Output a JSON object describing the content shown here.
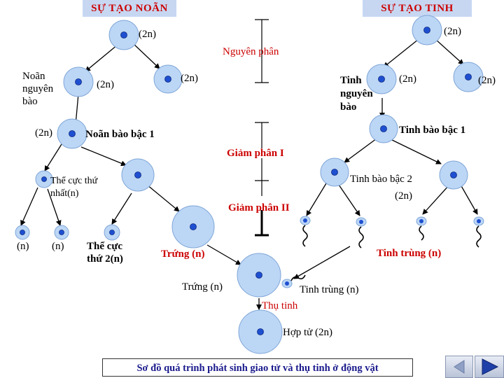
{
  "header": {
    "left_title": "SỰ TẠO NOÃN",
    "right_title": "SỰ TẠO TINH"
  },
  "labels": {
    "top_left_2n": "(2n)",
    "top_right_2n": "(2n)",
    "nguyen_phan": "Nguyên phân",
    "noan_nguyen_bao": "Noãn\nnguyên\nbào",
    "noan_mid_2n": "(2n)",
    "noan_right_2n": "(2n)",
    "noan_bac1_2n": "(2n)",
    "noan_bao_bac_1": "Noãn bào bậc 1",
    "tinh_nguyen_bao": "Tinh\nnguyên\nbào",
    "tinh_mid_2n": "(2n)",
    "tinh_right_2n": "(2n)",
    "tinh_bao_bac_1": "Tinh bào bậc 1",
    "giam_phan_1": "Giảm phân I",
    "the_cuc_thu_nhat": "Thể cực thứ\nnhất(n)",
    "tinh_bao_bac_2": "Tinh bào bậc 2\n(2n)",
    "giam_phan_2": "Giảm phân II",
    "n_a": "(n)",
    "n_b": "(n)",
    "the_cuc_thu_2": "Thể cực\nthứ 2(n)",
    "trung_1": "Trứng (n)",
    "tinh_trung_1": "Tinh trùng (n)",
    "trung_2": "Trứng (n)",
    "tinh_trung_2": "Tinh trùng (n)",
    "thu_tinh": "Thụ tinh",
    "hop_tu": "Hợp tử (2n)"
  },
  "caption": "Sơ đồ quá trình phát sinh giao tử và thụ tinh ở động vật",
  "icons": [
    "back-icon",
    "play-icon"
  ],
  "colors": {
    "header_bg": "#c7d7f2",
    "title_red": "#cc0000",
    "cell_fill": "#bcd6f5",
    "nucleus": "#1f4fd1",
    "caption_text": "#1a1a8c"
  }
}
